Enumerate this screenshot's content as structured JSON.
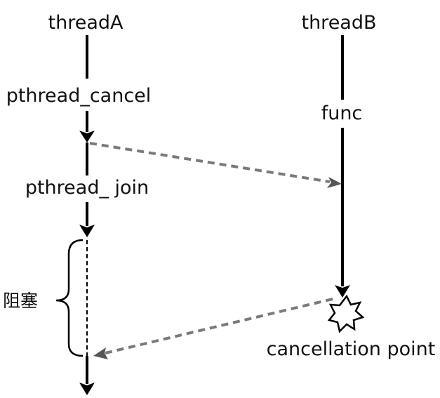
{
  "threads": {
    "a": {
      "name": "threadA",
      "steps": [
        "pthread_cancel",
        "pthread_ join"
      ]
    },
    "b": {
      "name": "threadB",
      "steps": [
        "func"
      ]
    }
  },
  "annotations": {
    "blocked": "阻塞",
    "cancellation_point": "cancellation point"
  },
  "colors": {
    "line": "#000000",
    "dashed_arrow": "#7a7a7a",
    "text": "#111111"
  },
  "icons": [
    "starburst-icon",
    "curly-brace-icon",
    "arrowhead-icon"
  ]
}
